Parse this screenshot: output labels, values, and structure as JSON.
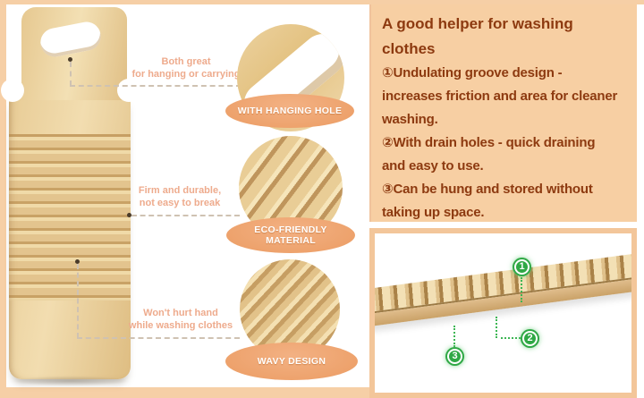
{
  "product": {
    "callouts": [
      {
        "note_line1": "Both great",
        "note_line2": "for hanging or carrying",
        "badge": [
          "WITH HANGING HOLE"
        ]
      },
      {
        "note_line1": "Firm and durable,",
        "note_line2": "not easy to break",
        "badge": [
          "ECO-FRIENDLY",
          "MATERIAL"
        ]
      },
      {
        "note_line1": "Won't hurt hand",
        "note_line2": "while washing clothes",
        "badge": [
          "WAVY DESIGN"
        ]
      }
    ]
  },
  "info": {
    "heading_line1": "A good helper for washing",
    "heading_line2": "clothes",
    "features": [
      {
        "line1": "①Undulating groove design -",
        "line2": "increases friction and area for cleaner",
        "line3": "washing."
      },
      {
        "line1": "②With drain holes - quick draining",
        "line2": "and easy to use."
      },
      {
        "line1": "③Can be hung and stored without",
        "line2": "taking up space."
      }
    ]
  },
  "closeup": {
    "markers": [
      "1",
      "2",
      "3"
    ]
  },
  "colors": {
    "frame_peach": "#f6cfa6",
    "panel_bg": "#f7cfa3",
    "text_brown": "#8d3a10",
    "badge_orange": "#efa06b",
    "note_salmon": "#eeab8d",
    "marker_green": "#2fa845",
    "bamboo_light": "#f2ddb0",
    "bamboo_dark": "#c9a266"
  }
}
